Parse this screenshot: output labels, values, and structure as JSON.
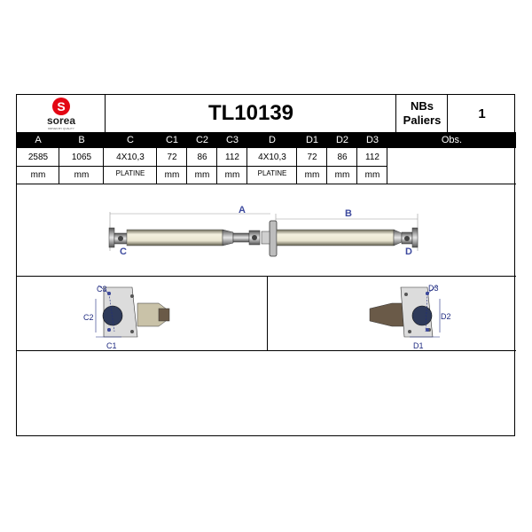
{
  "brand": {
    "name": "sorea",
    "tagline": "DRIVEN BY QUALITY",
    "color": "#e30613"
  },
  "title": "TL10139",
  "nbs_paliers": {
    "label_line1": "NBs",
    "label_line2": "Paliers",
    "value": "1"
  },
  "table": {
    "headers": [
      "A",
      "B",
      "C",
      "C1",
      "C2",
      "C3",
      "D",
      "D1",
      "D2",
      "D3",
      "Obs."
    ],
    "values": [
      "2585",
      "1065",
      "4X10,3",
      "72",
      "86",
      "112",
      "4X10,3",
      "72",
      "86",
      "112"
    ],
    "units": [
      "mm",
      "mm",
      "PLATINE",
      "mm",
      "mm",
      "mm",
      "PLATINE",
      "mm",
      "mm",
      "mm"
    ]
  },
  "diagram": {
    "labels": {
      "a": "A",
      "b": "B",
      "c": "C",
      "d": "D"
    },
    "left_flange": {
      "c1": "C1",
      "c2": "C2",
      "c3": "C3"
    },
    "right_flange": {
      "d1": "D1",
      "d2": "D2",
      "d3": "D3"
    },
    "label_color": "#3d4a9e"
  }
}
